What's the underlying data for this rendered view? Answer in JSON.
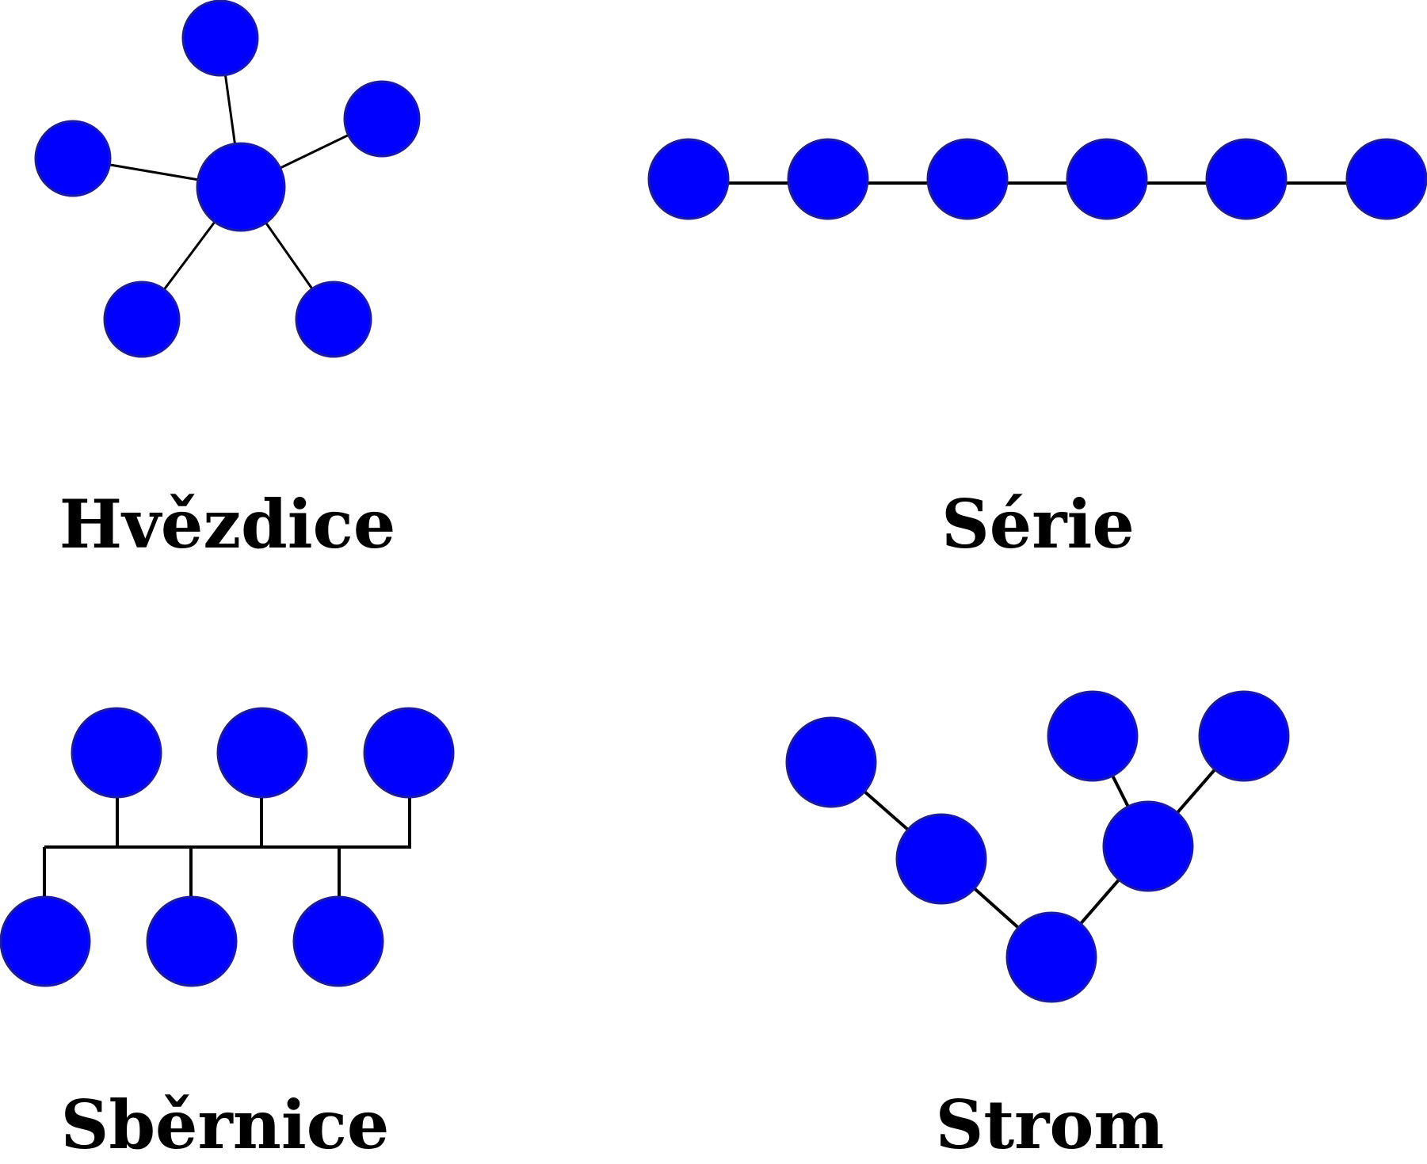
{
  "diagram": {
    "node_color": "#0000ff",
    "node_outline_color": "#1a1aa6",
    "edge_color": "#000000",
    "topologies": [
      {
        "id": "star",
        "label": "Hvězdice",
        "node_count": 6,
        "shape": "hub with 5 spokes"
      },
      {
        "id": "series",
        "label": "Série",
        "node_count": 6,
        "shape": "nodes in a line"
      },
      {
        "id": "bus",
        "label": "Sběrnice",
        "node_count": 6,
        "shape": "nodes on a shared bus line"
      },
      {
        "id": "tree",
        "label": "Strom",
        "node_count": 6,
        "shape": "branching tree"
      }
    ]
  }
}
